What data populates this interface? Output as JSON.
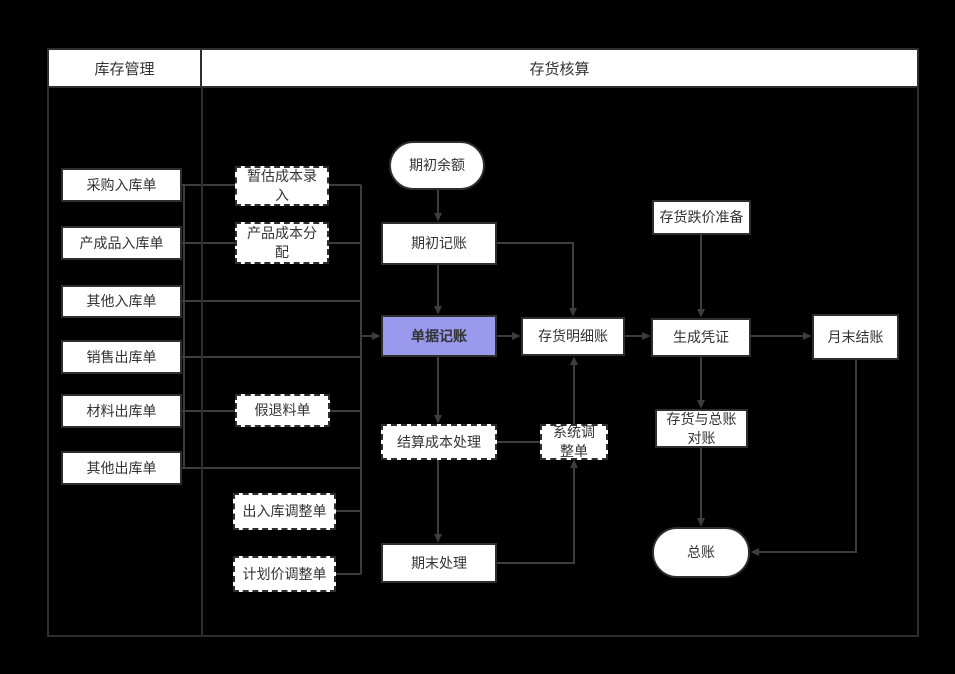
{
  "diagram": {
    "lanes": [
      {
        "title": "库存管理"
      },
      {
        "title": "存货核算"
      }
    ],
    "nodes": {
      "purchase_in": "采购入库单",
      "finished_in": "产成品入库单",
      "other_in": "其他入库单",
      "sales_out": "销售出库单",
      "material_out": "材料出库单",
      "other_out": "其他出库单",
      "est_cost_entry": "暂估成本录入",
      "product_cost_alloc": "产品成本分配",
      "fake_return": "假退料单",
      "inout_adjust": "出入库调整单",
      "plan_price_adjust": "计划价调整单",
      "opening_balance": "期初余额",
      "opening_posting": "期初记账",
      "doc_posting": "单据记账",
      "settle_cost": "结算成本处理",
      "period_end": "期末处理",
      "sys_adjust": "系统调整单",
      "inventory_ledger": "存货明细账",
      "price_fall_reserve": "存货跌价准备",
      "gen_voucher": "生成凭证",
      "ledger_reconcile": "存货与总账对账",
      "general_ledger": "总账",
      "month_end_close": "月末结账"
    },
    "colors": {
      "background": "#000000",
      "node_fill": "#ffffff",
      "node_border": "#2e2e2e",
      "connector": "#3d3d3d",
      "highlight_fill": "#9999ee",
      "text": "#333333"
    }
  }
}
